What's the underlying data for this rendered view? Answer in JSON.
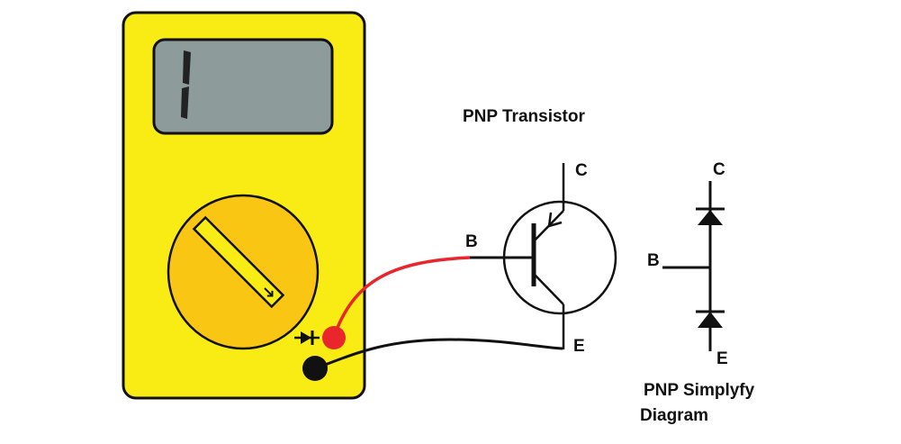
{
  "multimeter": {
    "display_reading": "1",
    "mode_symbol": "diode-icon",
    "colors": {
      "body": "#f8ec14",
      "outline": "#111111",
      "screen": "#8e9b9b",
      "dial": "#f9c614",
      "red_probe": "#e8262b",
      "black_probe": "#111111"
    }
  },
  "pnp_transistor": {
    "title": "PNP Transistor",
    "terminals": {
      "base": "B",
      "collector": "C",
      "emitter": "E"
    }
  },
  "simplified_diagram": {
    "title_line1": "PNP Simplyfy",
    "title_line2": "Diagram",
    "terminals": {
      "base": "B",
      "collector": "C",
      "emitter": "E"
    }
  }
}
